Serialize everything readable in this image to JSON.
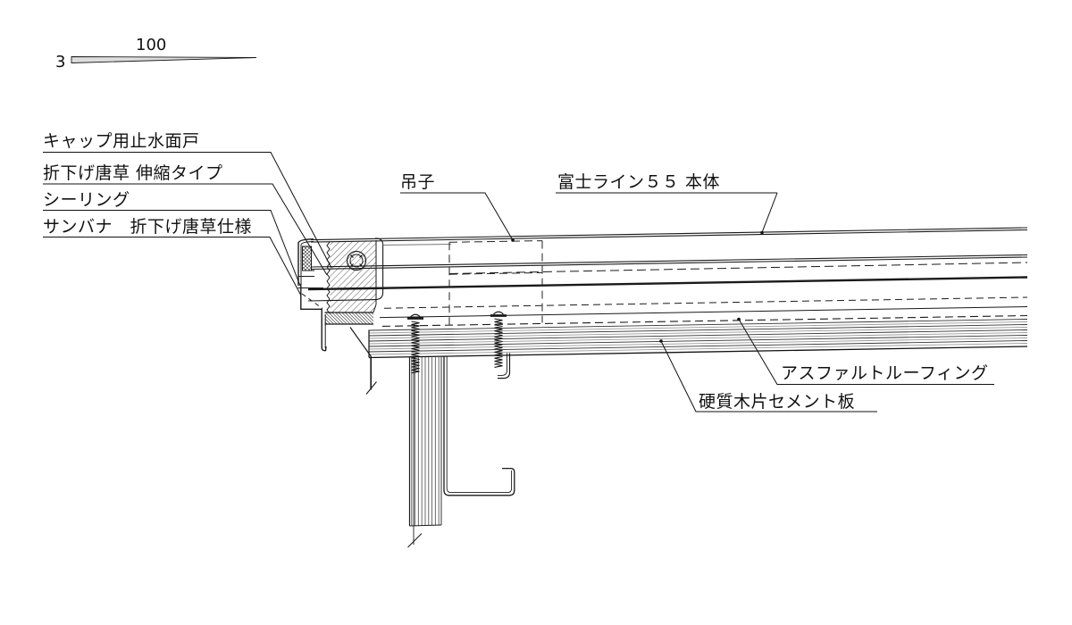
{
  "slope_indicator": {
    "rise": "3",
    "run": "100"
  },
  "callouts": {
    "cap_water_stop": "キャップ用止水面戸",
    "folded_karakusa": "折下げ唐草 伸縮タイプ",
    "sealing": "シーリング",
    "sanbana": "サンバナ　折下げ唐草仕様",
    "hanger_clip": "吊子",
    "roof_panel": "富士ライン５５ 本体",
    "asphalt_roofing": "アスファルトルーフィング",
    "cement_board": "硬質木片セメント板"
  },
  "colors": {
    "ink": "#1a1a1a",
    "background": "#ffffff"
  }
}
